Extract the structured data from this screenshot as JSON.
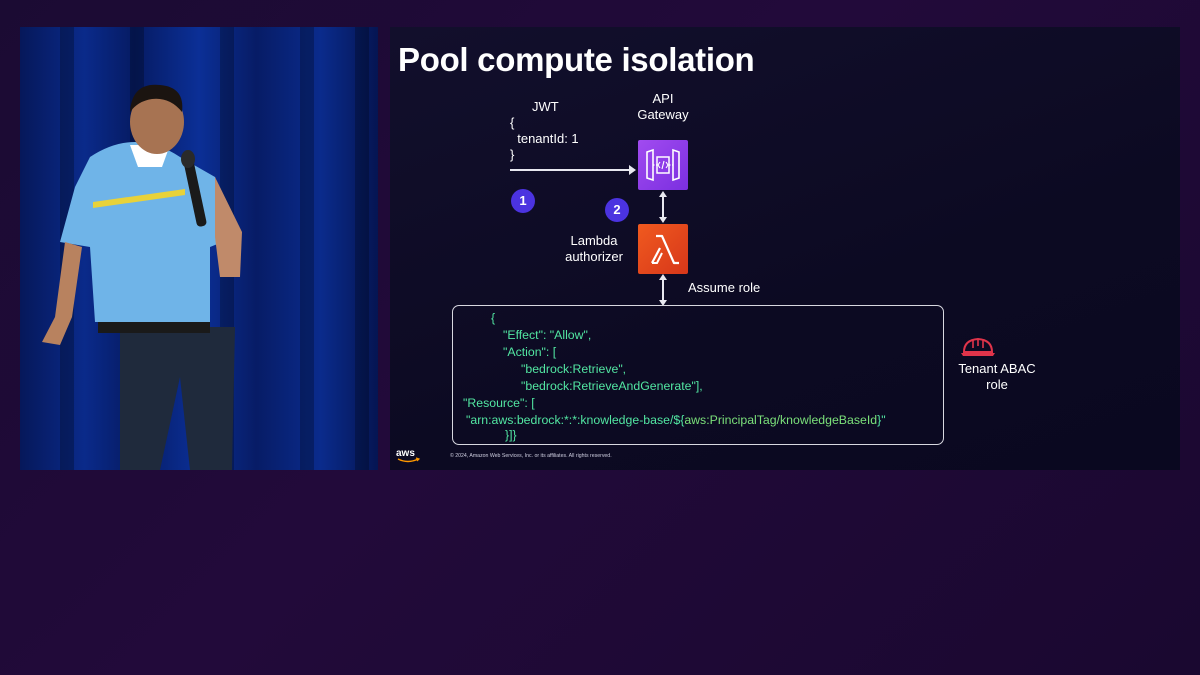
{
  "slide": {
    "title": "Pool compute isolation",
    "jwt": {
      "label": "JWT",
      "line1": "{",
      "line2": "  tenantId: 1",
      "line3": "}"
    },
    "api_gateway_label_1": "API",
    "api_gateway_label_2": "Gateway",
    "step1": "1",
    "step2": "2",
    "lambda_label_1": "Lambda",
    "lambda_label_2": "authorizer",
    "assume_role": "Assume role",
    "policy": {
      "l1": "{",
      "l2": "\"Effect\": \"Allow\",",
      "l3": "\"Action\": [",
      "l4": "\"bedrock:Retrieve\",",
      "l5": "\"bedrock:RetrieveAndGenerate\"],",
      "l6": "\"Resource\": [",
      "l7a": "\"arn:aws:bedrock:*:*:knowledge-base/${",
      "l7b": "aws:PrincipalTag/knowledgeBaseId",
      "l7c": "}\"",
      "l8": "}]}"
    },
    "tenant_abac_1": "Tenant ABAC",
    "tenant_abac_2": "role",
    "footer": "© 2024, Amazon Web Services, Inc. or its affiliates. All rights reserved.",
    "aws_logo": "aws"
  },
  "colors": {
    "api_gateway": "#8c3ee8",
    "lambda": "#e0441c",
    "step_badge": "#4b33e0",
    "code": "#52e6a2",
    "abac_icon": "#e0344a"
  },
  "icons": [
    "api-gateway-icon",
    "lambda-icon",
    "tenant-role-hardhat-icon",
    "aws-logo"
  ]
}
